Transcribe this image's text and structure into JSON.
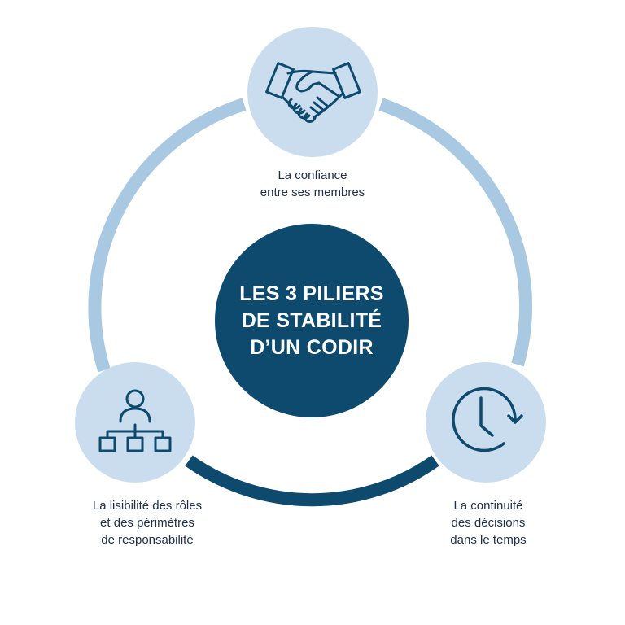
{
  "diagram": {
    "title_lines": [
      "LES 3 PILIERS",
      "DE STABILITÉ",
      "D’UN CODIR"
    ],
    "colors": {
      "primary_dark": "#0d4a6e",
      "ring_light": "#a9c8e2",
      "node_fill": "#c9ddee",
      "text_dark": "#1d2e4e",
      "background": "#ffffff"
    },
    "pillars": [
      {
        "position": "top",
        "icon": "handshake-icon",
        "label_lines": [
          "La confiance",
          "entre ses membres"
        ]
      },
      {
        "position": "bottom-left",
        "icon": "org-chart-icon",
        "label_lines": [
          "La lisibilité des rôles",
          "et des périmètres",
          "de responsabilité"
        ]
      },
      {
        "position": "bottom-right",
        "icon": "clock-cycle-icon",
        "label_lines": [
          "La continuité",
          "des décisions",
          "dans le temps"
        ]
      }
    ]
  }
}
